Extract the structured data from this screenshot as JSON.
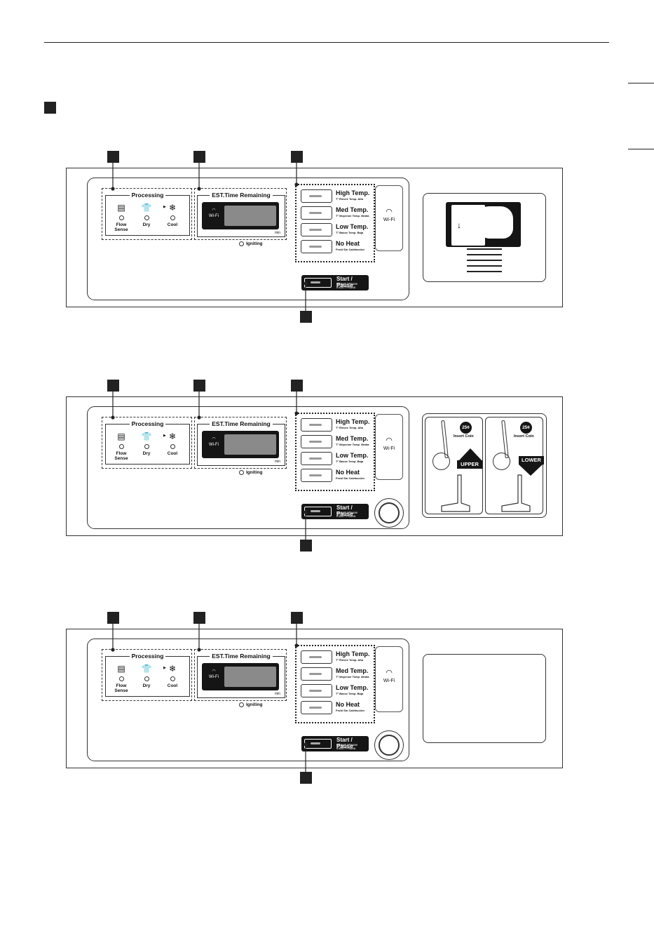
{
  "callouts": [
    "",
    "",
    "",
    ""
  ],
  "panel": {
    "processing_title": "Processing",
    "stages": [
      {
        "label": "Flow\nSense",
        "icon": "flow-sense-icon"
      },
      {
        "label": "Dry",
        "icon": "dry-shirt-icon"
      },
      {
        "label": "Cool",
        "icon": "cool-icon"
      }
    ],
    "est_title": "EST.Time Remaining",
    "display_wifi_label": "Wi-Fi",
    "min_label": "min",
    "igniting_label": "Igniting",
    "temps": [
      {
        "label": "High Temp.",
        "sub": "T° Élevée  Temp. Alta"
      },
      {
        "label": "Med Temp.",
        "sub": "T° Moyenne  Temp. Media"
      },
      {
        "label": "Low Temp.",
        "sub": "T° Basse  Temp. Baja"
      },
      {
        "label": "No Heat",
        "sub": "Froid  Sin Calefacción"
      }
    ],
    "wifi_label": "Wi-Fi",
    "start_label": "Start / Pause",
    "start_sub": "Départ / Pause\nInicio / Pausa"
  },
  "coin": {
    "badge": "25¢",
    "insert_label": "Insert Coin",
    "upper_label": "UPPER",
    "lower_label": "LOWER"
  },
  "colors": {
    "ink": "#222222",
    "display": "#151515",
    "lcd": "#8a8a8a"
  }
}
